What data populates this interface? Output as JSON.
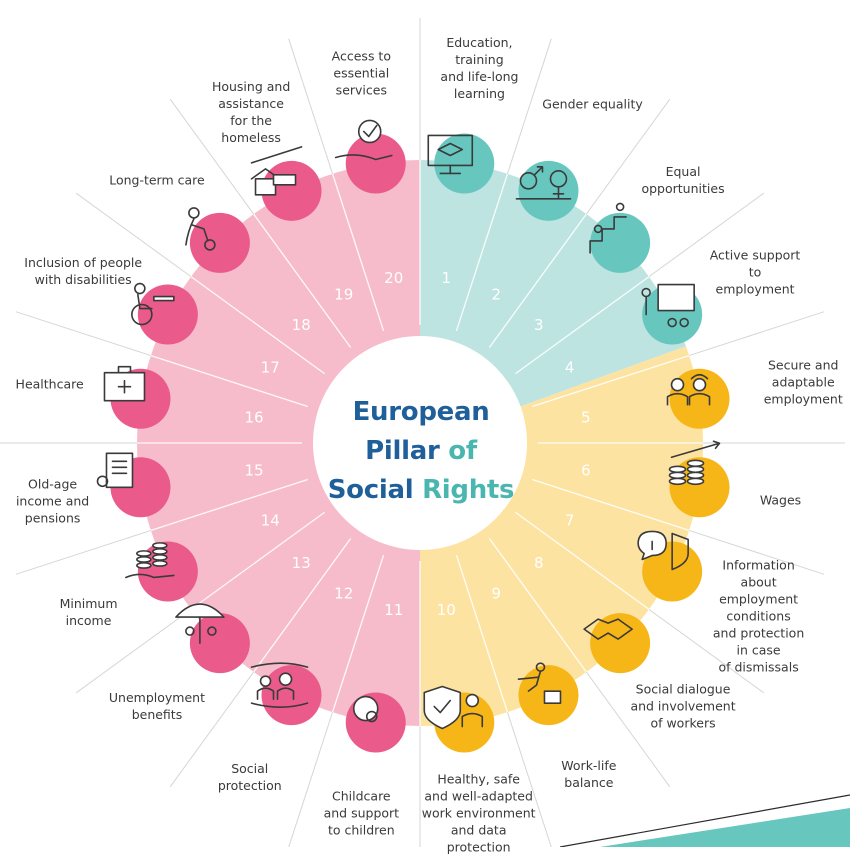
{
  "title": {
    "line1": "European",
    "line2a": "Pillar",
    "line2b": "of",
    "line3a": "Social",
    "line3b": "Rights"
  },
  "colors": {
    "teal": "#67c7be",
    "teal_bg": "#bde4e1",
    "yellow": "#f6b617",
    "yellow_bg": "#fde3a1",
    "pink": "#ea5a8b",
    "pink_bg": "#f6bccb",
    "text": "#3a3a3a",
    "title_blue": "#1f5f9a",
    "title_teal": "#4bb6b0"
  },
  "principles": [
    {
      "number": "1",
      "label": "Education,\ntraining\nand life-long\nlearning",
      "group": "teal",
      "icon": "education-screen-icon"
    },
    {
      "number": "2",
      "label": "Gender equality",
      "group": "teal",
      "icon": "gender-equality-icon"
    },
    {
      "number": "3",
      "label": "Equal\nopportunities",
      "group": "teal",
      "icon": "equal-opportunities-stairs-icon"
    },
    {
      "number": "4",
      "label": "Active support\nto employment",
      "group": "teal",
      "icon": "presentation-board-icon"
    },
    {
      "number": "5",
      "label": "Secure and\nadaptable\nemployment",
      "group": "yellow",
      "icon": "workers-icon"
    },
    {
      "number": "6",
      "label": "Wages",
      "group": "yellow",
      "icon": "coins-growth-icon"
    },
    {
      "number": "7",
      "label": "Information about\nemployment conditions\nand protection in case\nof dismissals",
      "group": "yellow",
      "icon": "info-shield-icon"
    },
    {
      "number": "8",
      "label": "Social dialogue\nand involvement\nof workers",
      "group": "yellow",
      "icon": "handshake-icon"
    },
    {
      "number": "9",
      "label": "Work-life\nbalance",
      "group": "yellow",
      "icon": "work-life-balance-icon"
    },
    {
      "number": "10",
      "label": "Healthy, safe\nand well-adapted\nwork environment\nand data\nprotection",
      "group": "yellow",
      "icon": "safety-shield-worker-icon"
    },
    {
      "number": "11",
      "label": "Childcare\nand support\nto children",
      "group": "pink",
      "icon": "parent-child-icon"
    },
    {
      "number": "12",
      "label": "Social\nprotection",
      "group": "pink",
      "icon": "protected-people-icon"
    },
    {
      "number": "13",
      "label": "Unemployment\nbenefits",
      "group": "pink",
      "icon": "umbrella-people-icon"
    },
    {
      "number": "14",
      "label": "Minimum\nincome",
      "group": "pink",
      "icon": "coins-hand-icon"
    },
    {
      "number": "15",
      "label": "Old-age\nincome and\npensions",
      "group": "pink",
      "icon": "pension-document-icon"
    },
    {
      "number": "16",
      "label": "Healthcare",
      "group": "pink",
      "icon": "medical-kit-icon"
    },
    {
      "number": "17",
      "label": "Inclusion of people\nwith disabilities",
      "group": "pink",
      "icon": "wheelchair-desk-icon"
    },
    {
      "number": "18",
      "label": "Long-term care",
      "group": "pink",
      "icon": "elderly-care-icon"
    },
    {
      "number": "19",
      "label": "Housing and\nassistance\nfor the\nhomeless",
      "group": "pink",
      "icon": "house-bed-icon"
    },
    {
      "number": "20",
      "label": "Access to\nessential\nservices",
      "group": "pink",
      "icon": "hand-check-icon"
    }
  ]
}
